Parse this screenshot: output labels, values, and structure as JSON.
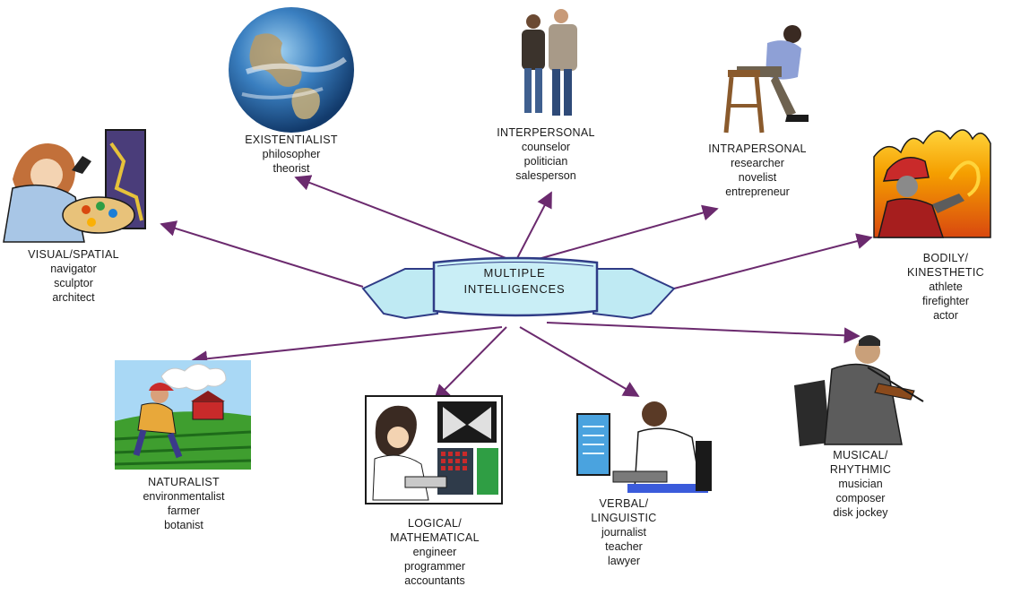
{
  "center": {
    "line1": "MULTIPLE",
    "line2": "INTELLIGENCES"
  },
  "colors": {
    "arrow": "#6b2a6e",
    "banner_fill": "#bfeaf3",
    "banner_stroke": "#2f3b86"
  },
  "nodes": [
    {
      "id": "existentialist",
      "title": "EXISTENTIALIST",
      "roles": [
        "philosopher",
        "theorist"
      ],
      "icon": "earth-icon"
    },
    {
      "id": "interpersonal",
      "title": "INTERPERSONAL",
      "roles": [
        "counselor",
        "politician",
        "salesperson"
      ],
      "icon": "couple-icon"
    },
    {
      "id": "intrapersonal",
      "title": "INTRAPERSONAL",
      "roles": [
        "researcher",
        "novelist",
        "entrepreneur"
      ],
      "icon": "thinker-icon"
    },
    {
      "id": "visual",
      "title": "VISUAL/SPATIAL",
      "roles": [
        "navigator",
        "sculptor",
        "architect"
      ],
      "icon": "painter-icon"
    },
    {
      "id": "bodily",
      "title": "BODILY/",
      "title2": "KINESTHETIC",
      "roles": [
        "athlete",
        "firefighter",
        "actor"
      ],
      "icon": "firefighter-icon"
    },
    {
      "id": "naturalist",
      "title": "NATURALIST",
      "roles": [
        "environmentalist",
        "farmer",
        "botanist"
      ],
      "icon": "farmer-icon"
    },
    {
      "id": "logical",
      "title": "LOGICAL/",
      "title2": "MATHEMATICAL",
      "roles": [
        "engineer",
        "programmer",
        "accountants"
      ],
      "icon": "programmer-icon"
    },
    {
      "id": "verbal",
      "title": "VERBAL/",
      "title2": "LINGUISTIC",
      "roles": [
        "journalist",
        "teacher",
        "lawyer"
      ],
      "icon": "writer-icon"
    },
    {
      "id": "musical",
      "title": "MUSICAL/",
      "title2": "RHYTHMIC",
      "roles": [
        "musician",
        "composer",
        "disk jockey"
      ],
      "icon": "violinist-icon"
    }
  ]
}
